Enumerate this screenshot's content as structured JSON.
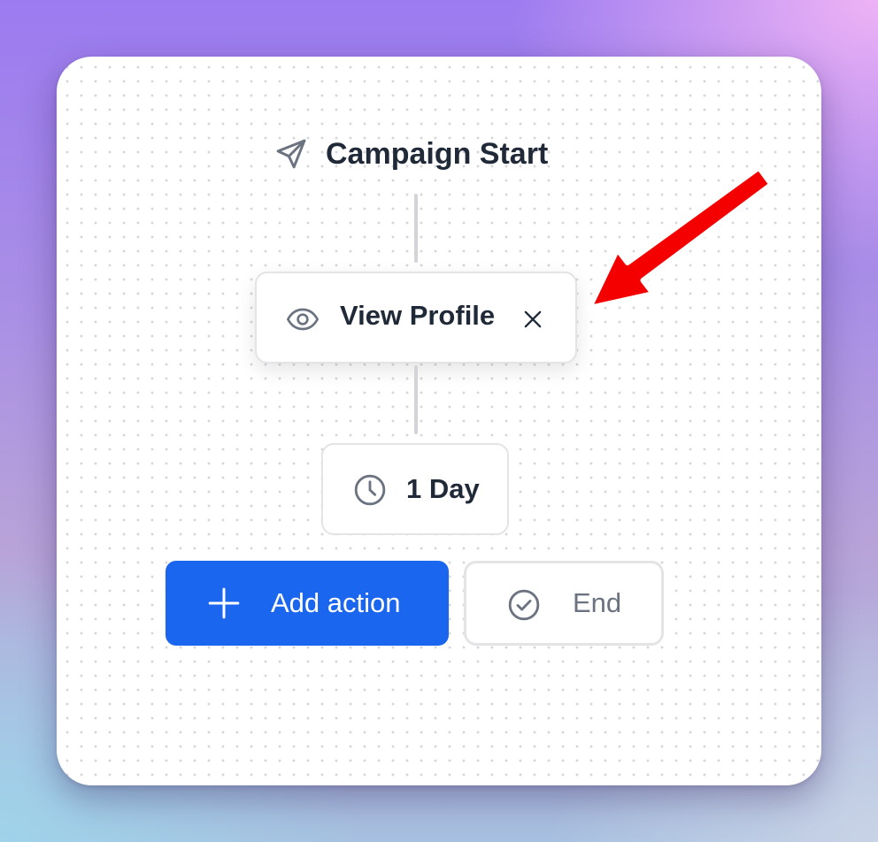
{
  "workflow": {
    "start": {
      "label": "Campaign Start",
      "icon": "paper-plane-icon"
    },
    "step_view_profile": {
      "label": "View Profile",
      "icon": "eye-icon",
      "remove_icon": "close-icon"
    },
    "step_delay": {
      "label": "1 Day",
      "icon": "clock-icon"
    },
    "add_action": {
      "label": "Add action",
      "icon": "plus-icon"
    },
    "end": {
      "label": "End",
      "icon": "check-circle-icon"
    }
  },
  "annotation": {
    "icon": "red-arrow-icon",
    "color": "#f50000"
  },
  "colors": {
    "accent": "#1b66ee",
    "text_primary": "#1f2937",
    "text_muted": "#6b7280",
    "border": "#e4e4e7",
    "connector": "#d4d4d8"
  }
}
